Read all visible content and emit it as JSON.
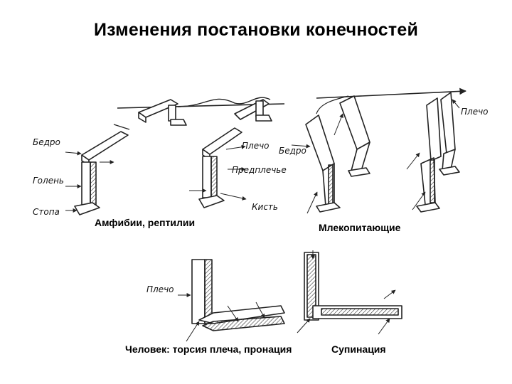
{
  "slide": {
    "title": "Изменения постановки конечностей"
  },
  "panels": {
    "amphibian": {
      "caption": "Амфибии, рептилии",
      "labels": {
        "thigh": "Бедро",
        "shin": "Голень",
        "foot": "Стопа",
        "shoulder": "Плечо",
        "forearm": "Предплечье",
        "hand": "Кисть"
      }
    },
    "mammal": {
      "caption": "Млекопитающие",
      "labels": {
        "thigh": "Бедро",
        "shoulder": "Плечо"
      }
    },
    "human": {
      "caption_pronation": "Человек: торсия плеча, пронация",
      "caption_supination": "Супинация",
      "labels": {
        "shoulder": "Плечо"
      }
    }
  }
}
